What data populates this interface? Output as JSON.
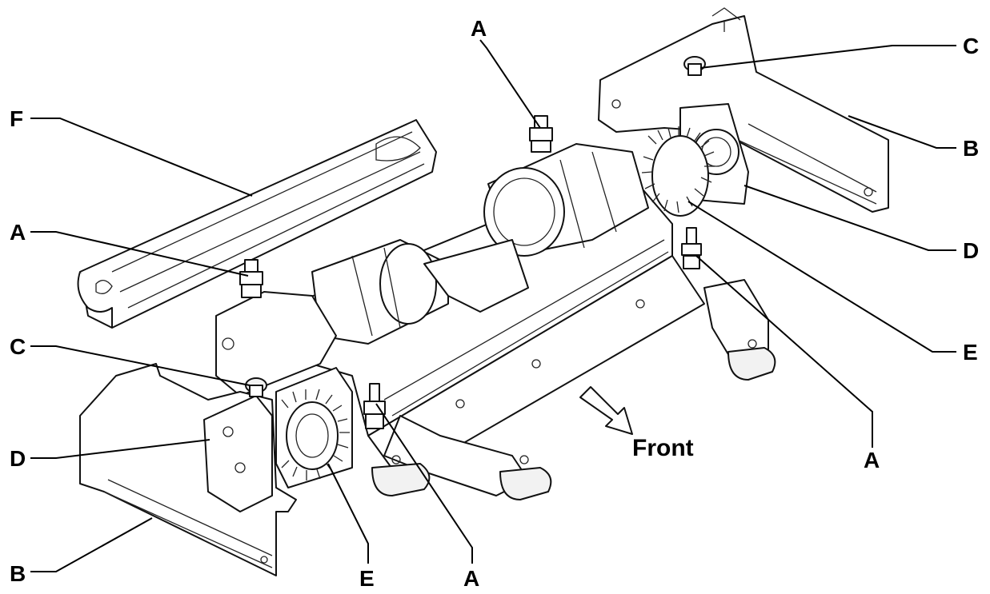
{
  "callouts": {
    "a_top": "A",
    "a_left": "A",
    "a_right": "A",
    "a_bottom": "A",
    "b_right": "B",
    "b_left": "B",
    "c_right": "C",
    "c_left": "C",
    "d_right": "D",
    "d_left": "D",
    "e_right": "E",
    "e_bottom": "E",
    "f": "F"
  },
  "front_label": "Front"
}
